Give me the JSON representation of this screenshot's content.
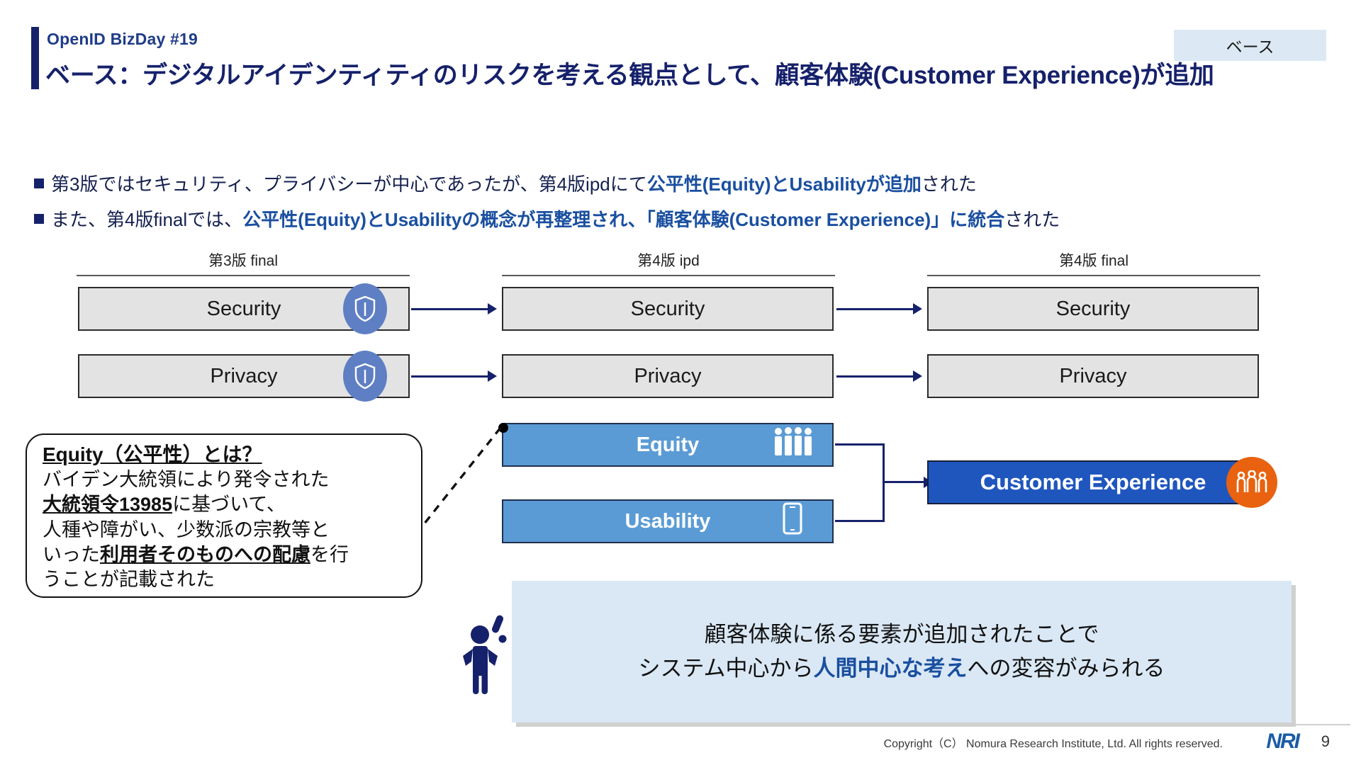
{
  "header": {
    "kicker": "OpenID BizDay #19",
    "title": "ベース：デジタルアイデンティティのリスクを考える観点として、顧客体験(Customer Experience)が追加",
    "badge": "ベース"
  },
  "bullets": [
    {
      "parts": [
        {
          "text": "第3版ではセキュリティ、プライバシーが中心であったが、第4版ipdにて",
          "emphasis": false
        },
        {
          "text": "公平性(Equity)とUsabilityが追加",
          "emphasis": true
        },
        {
          "text": "された",
          "emphasis": false
        }
      ]
    },
    {
      "parts": [
        {
          "text": "また、第4版finalでは、",
          "emphasis": false
        },
        {
          "text": "公平性(Equity)とUsabilityの概念が再整理され、「顧客体験(Customer Experience)」に統合",
          "emphasis": true
        },
        {
          "text": "された",
          "emphasis": false
        }
      ]
    }
  ],
  "columns": [
    {
      "label": "第3版 final"
    },
    {
      "label": "第4版 ipd"
    },
    {
      "label": "第4版 final"
    }
  ],
  "boxes": {
    "v3": [
      {
        "label": "Security",
        "icon": "shield-icon"
      },
      {
        "label": "Privacy",
        "icon": "shield-icon"
      }
    ],
    "v4ipd": [
      {
        "label": "Security",
        "icon": null
      },
      {
        "label": "Privacy",
        "icon": null
      },
      {
        "label": "Equity",
        "icon": "people-group-icon"
      },
      {
        "label": "Usability",
        "icon": "smartphone-icon"
      }
    ],
    "v4final": [
      {
        "label": "Security",
        "icon": null
      },
      {
        "label": "Privacy",
        "icon": null
      }
    ],
    "merged": {
      "label": "Customer Experience",
      "icon": "people-circle-icon"
    }
  },
  "callout": {
    "title": "Equity（公平性）とは？",
    "lines": [
      [
        {
          "text": "バイデン大統領により発令された",
          "strong": false
        }
      ],
      [
        {
          "text": "大統領令13985",
          "strong": true
        },
        {
          "text": "に基づいて、",
          "strong": false
        }
      ],
      [
        {
          "text": "人種や障がい、少数派の宗教等と",
          "strong": false
        }
      ],
      [
        {
          "text": "いった",
          "strong": false
        },
        {
          "text": "利用者そのものへの配慮",
          "strong": true
        },
        {
          "text": "を行",
          "strong": false
        }
      ],
      [
        {
          "text": "うことが記載された",
          "strong": false
        }
      ]
    ]
  },
  "summary": {
    "icon": "person-exclamation-icon",
    "line1": [
      {
        "text": "顧客体験に係る要素が追加されたことで",
        "emphasis": false
      }
    ],
    "line2": [
      {
        "text": "システム中心から",
        "emphasis": false
      },
      {
        "text": "人間中心な考え",
        "emphasis": true
      },
      {
        "text": "への変容がみられる",
        "emphasis": false
      }
    ]
  },
  "footer": {
    "copyright": "Copyright（C）  Nomura Research Institute, Ltd. All rights reserved.",
    "logo": "NRI",
    "page": "9"
  },
  "colors": {
    "navy": "#16216b",
    "accent_blue": "#1a4fa0",
    "light_blue_box": "#5b9bd5",
    "dark_blue_box": "#1f56be",
    "grey_box": "#e3e3e3",
    "orange": "#e8620f",
    "badge_bg": "#dce9f4",
    "summary_bg": "#dae8f5"
  }
}
